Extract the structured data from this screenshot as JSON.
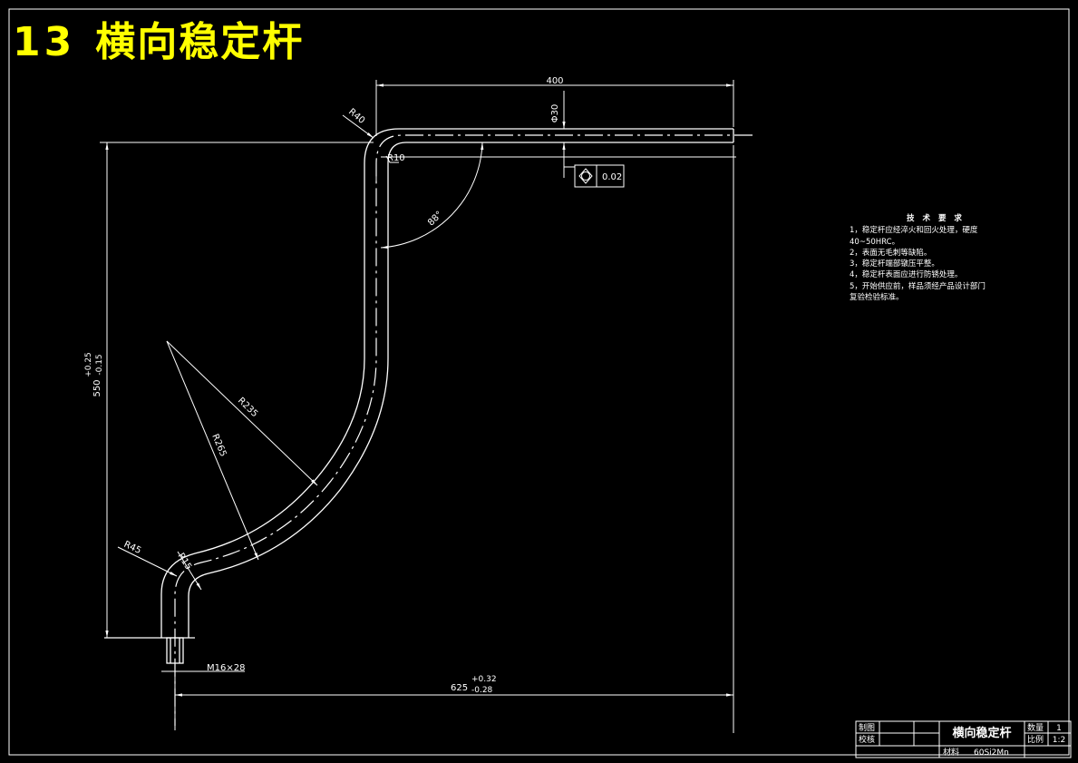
{
  "title": {
    "number": "13",
    "text": "横向稳定杆"
  },
  "dimensions": {
    "top_length": "400",
    "tube_diameter": "Φ30",
    "radius_bend_top": "R40",
    "radius_inner_top": "R10",
    "angle": "88°",
    "height_base": "550",
    "height_tol_upper": "+0.25",
    "height_tol_lower": "-0.15",
    "radius_arc_inner": "R235",
    "radius_arc_outer": "R265",
    "radius_bend_bottom": "R45",
    "radius_inner_bottom": "R15",
    "thread": "M16×28",
    "width_base": "625",
    "width_tol_upper": "+0.32",
    "width_tol_lower": "-0.28",
    "tolerance_value": "0.02"
  },
  "technical_requirements": {
    "heading": "技 术 要 求",
    "lines": [
      "1，稳定杆应经淬火和回火处理，硬度",
      "40~50HRC。",
      "2，表面无毛刺等缺陷。",
      "3，稳定杆端部镦压平整。",
      "4，稳定杆表面应进行防锈处理。",
      "5，开始供应前，样品须经产品设计部门",
      "复验检验标准。"
    ]
  },
  "title_block": {
    "drawn_label": "制图",
    "checked_label": "校核",
    "part_name": "横向稳定杆",
    "quantity_label": "数量",
    "quantity_value": "1",
    "scale_label": "比例",
    "scale_value": "1:2",
    "material_label": "材料",
    "material_value": "60Si2Mn"
  },
  "colors": {
    "title": "#ffff00",
    "lines": "#ffffff",
    "background": "#000000"
  }
}
